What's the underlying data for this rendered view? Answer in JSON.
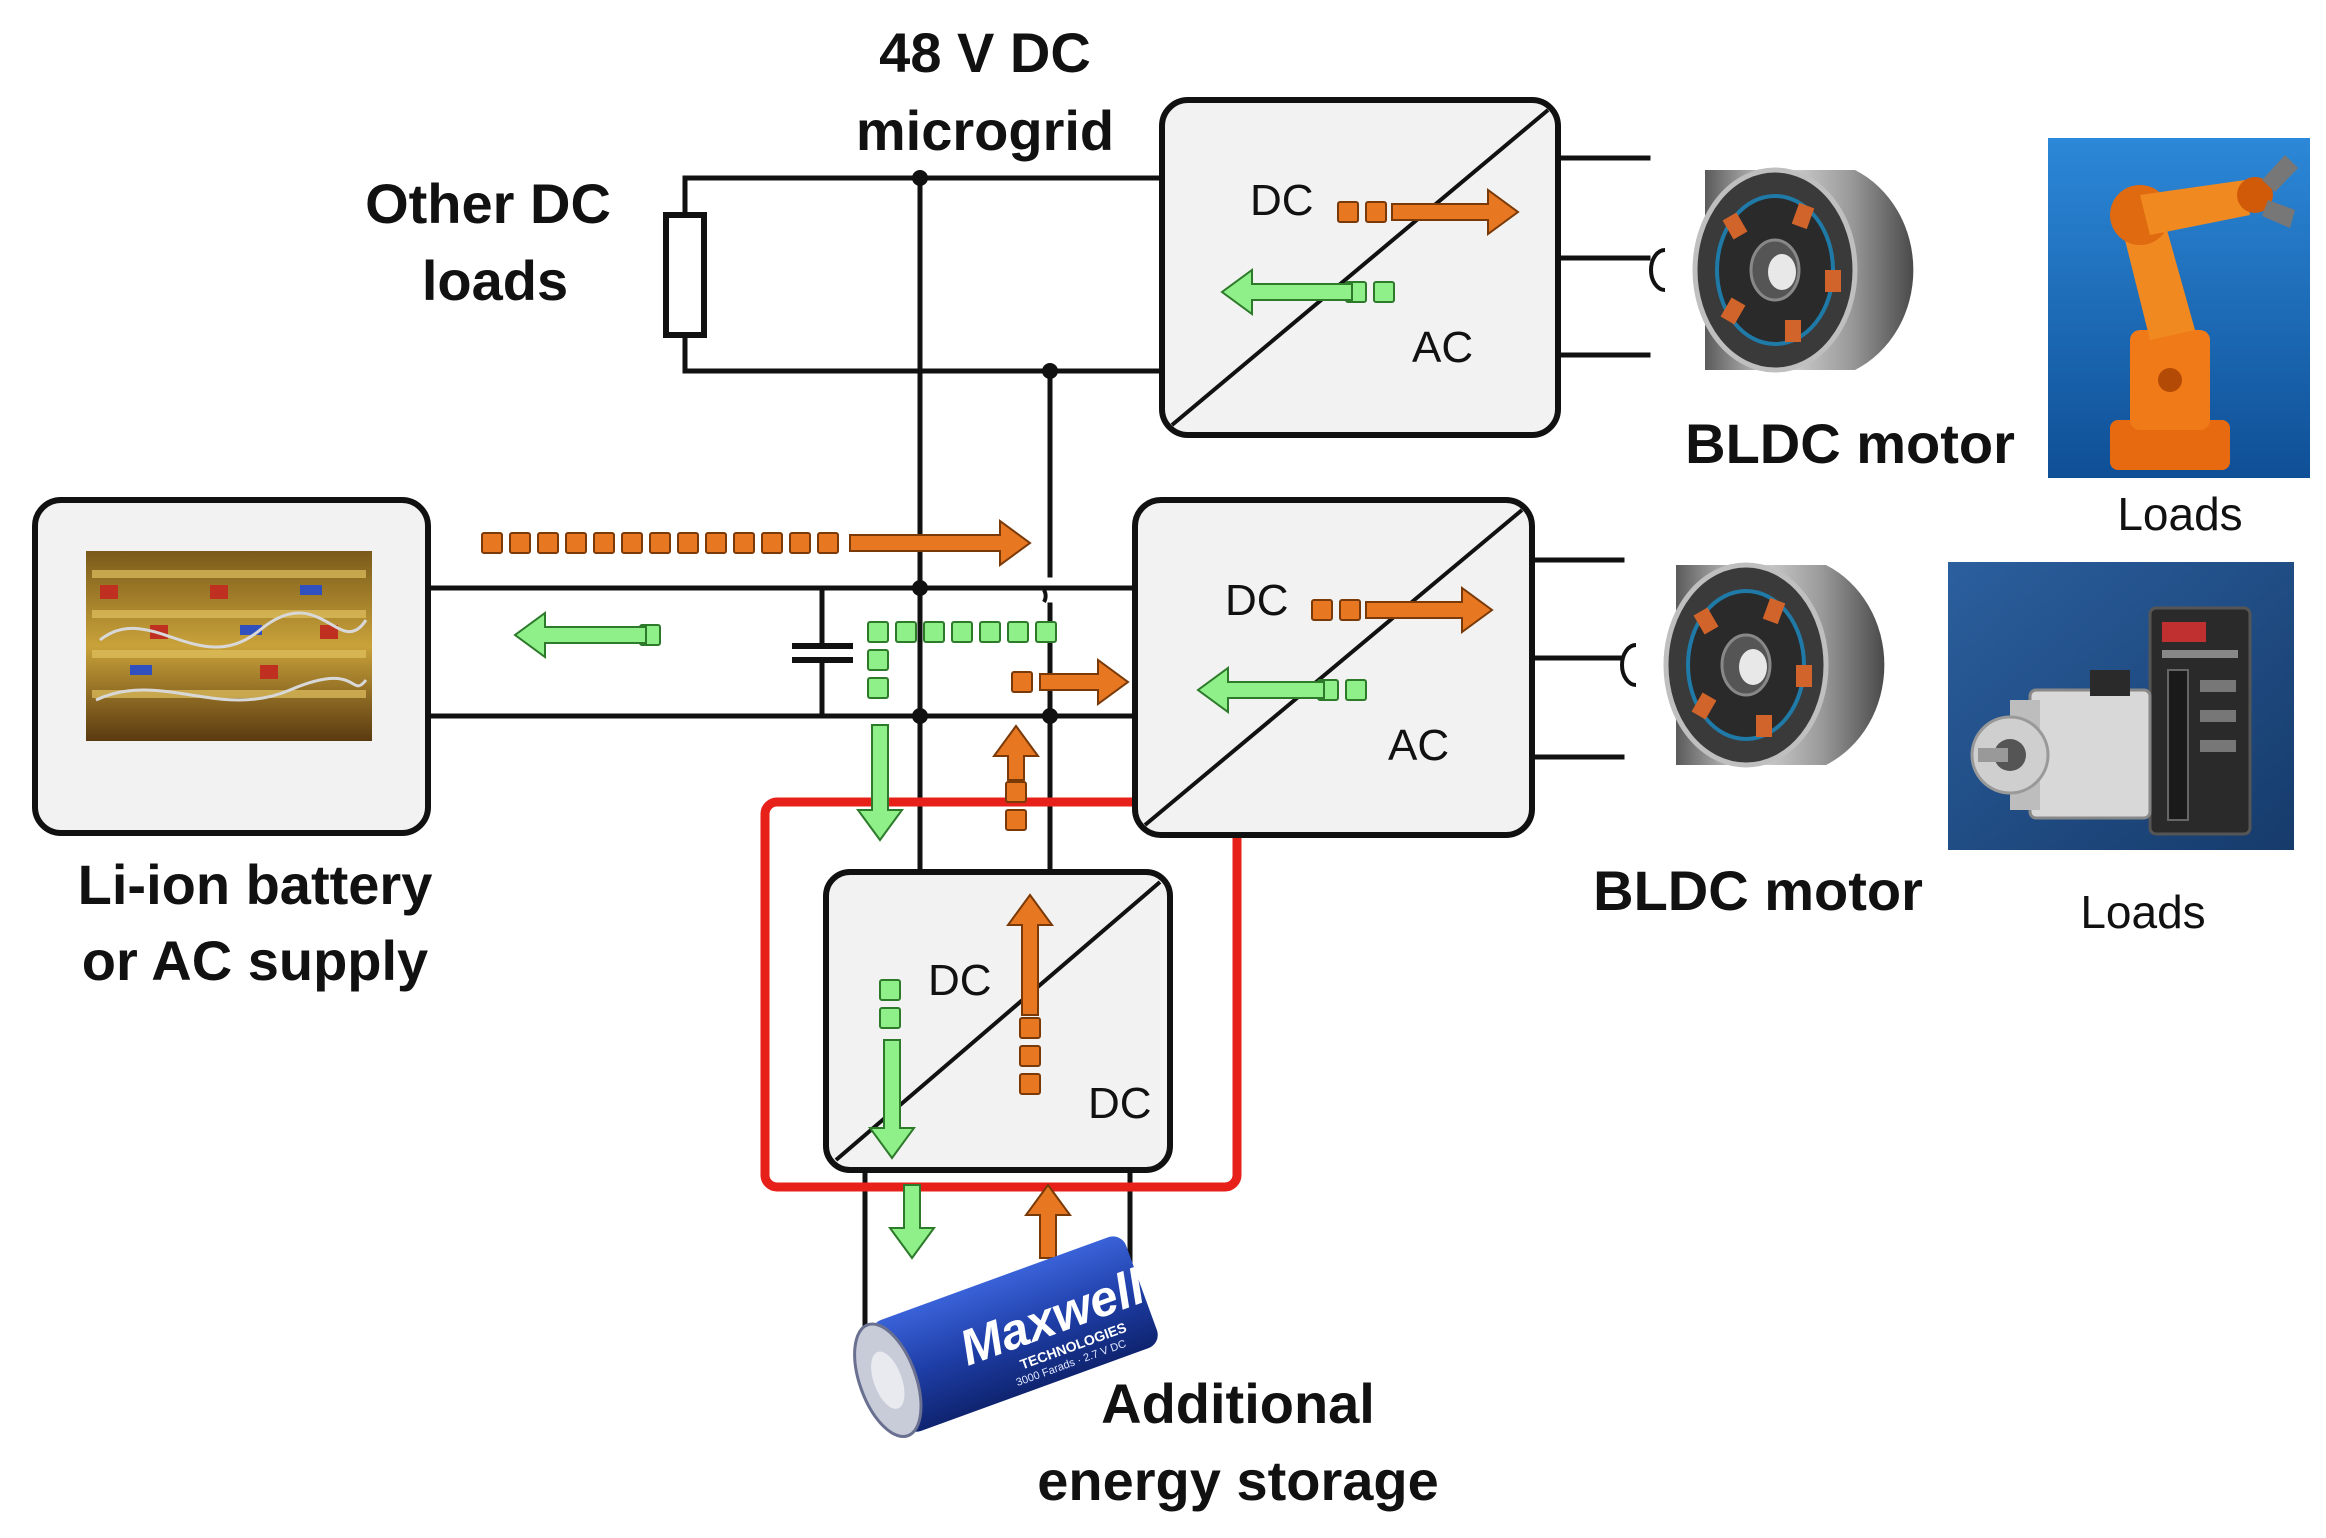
{
  "labels": {
    "microgrid_line1": "48 V DC",
    "microgrid_line2": "microgrid",
    "other_dc_line1": "Other DC",
    "other_dc_line2": "loads",
    "battery_line1": "Li-ion battery",
    "battery_line2": "or AC supply",
    "storage_line1": "Additional",
    "storage_line2": "energy storage",
    "motor_top": "BLDC motor",
    "motor_bottom": "BLDC motor",
    "loads_top": "Loads",
    "loads_bottom": "Loads"
  },
  "converters": {
    "top": {
      "port1": "DC",
      "port2": "AC"
    },
    "middle": {
      "port1": "DC",
      "port2": "AC"
    },
    "storage": {
      "port1": "DC",
      "port2": "DC"
    }
  },
  "supercap": {
    "brand": "Maxwell",
    "sub": "TECHNOLOGIES",
    "rating": "3000 Farads · 2.7 V DC"
  },
  "colors": {
    "discharge_flow": "#e87722",
    "charge_flow": "#8ff08a",
    "storage_highlight": "#e8201a",
    "wires": "#111111"
  },
  "icons": {
    "battery": "battery-rack-photo",
    "motor": "bldc-motor-icon",
    "robot": "robot-arm-icon",
    "servo": "servo-drive-icon",
    "supercap": "supercapacitor-icon"
  }
}
